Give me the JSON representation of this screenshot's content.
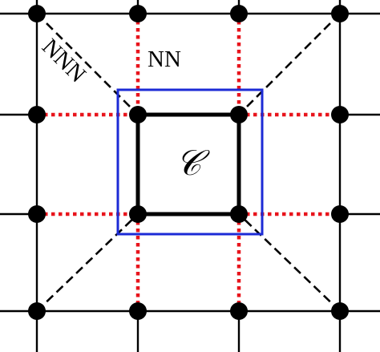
{
  "labels": {
    "nn": "NN",
    "nnn": "NNN",
    "cluster": "𝒞"
  },
  "lattice": {
    "rows": 4,
    "cols": 4,
    "cluster_rows": [
      1,
      2
    ],
    "cluster_cols": [
      1,
      2
    ]
  },
  "colors": {
    "lattice_bond": "#000000",
    "site": "#000000",
    "nn_bond": "#e8141c",
    "nnn_bond": "#000000",
    "cluster_box": "#1c2bd6"
  }
}
